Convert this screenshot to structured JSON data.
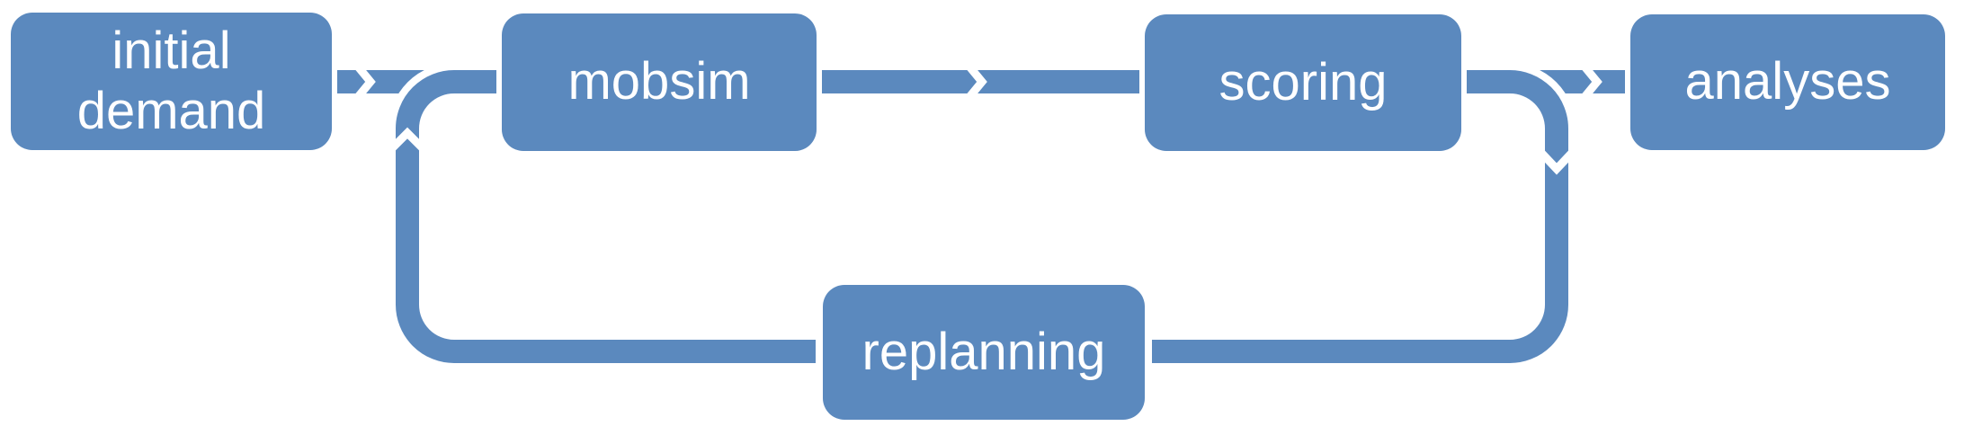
{
  "diagram": {
    "accent_color": "#5b89be",
    "background_color": "#ffffff",
    "node_text_color": "#ffffff",
    "nodes": [
      {
        "id": "initial-demand",
        "label": "initial demand"
      },
      {
        "id": "mobsim",
        "label": "mobsim"
      },
      {
        "id": "scoring",
        "label": "scoring"
      },
      {
        "id": "analyses",
        "label": "analyses"
      },
      {
        "id": "replanning",
        "label": "replanning"
      }
    ],
    "edges": [
      {
        "from": "initial demand",
        "to": "mobsim",
        "style": "chevron-band"
      },
      {
        "from": "mobsim",
        "to": "scoring",
        "style": "chevron-band"
      },
      {
        "from": "scoring",
        "to": "analyses",
        "style": "chevron-band"
      },
      {
        "from": "scoring",
        "to": "replanning",
        "style": "loop-down"
      },
      {
        "from": "replanning",
        "to": "mobsim",
        "style": "loop-up"
      }
    ]
  }
}
